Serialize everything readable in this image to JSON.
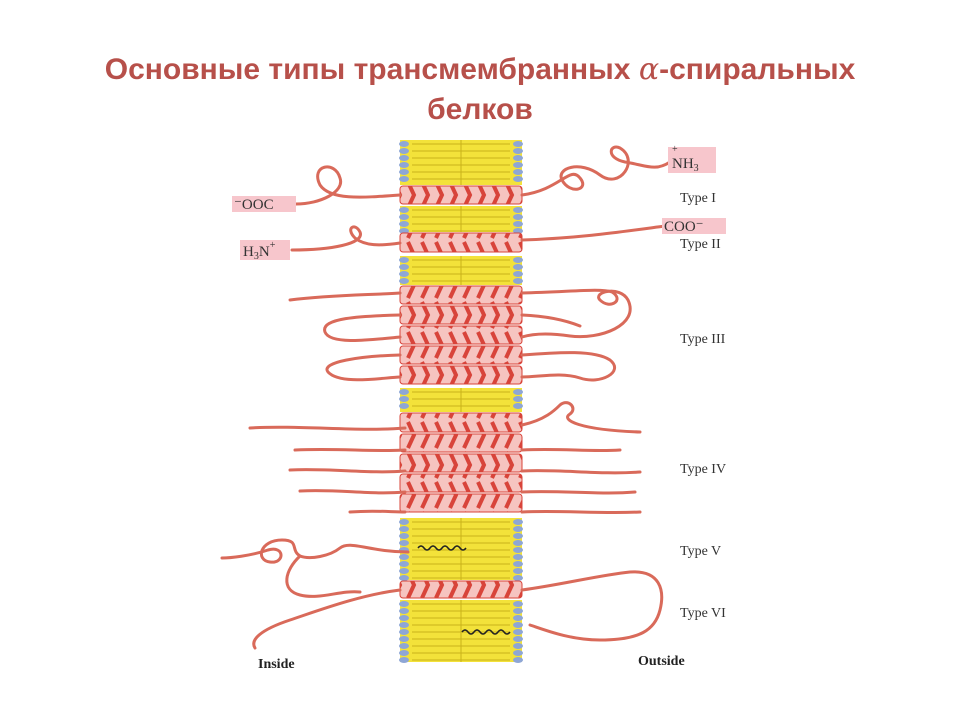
{
  "title": {
    "line1_before": "Основные типы трансмембранных ",
    "alpha": "α",
    "line1_after": "-спиральных",
    "line2": "белков"
  },
  "terminals": {
    "nh3_out": "+\nNH3",
    "cooh_in": "⁻OOC",
    "coo_out": "COO⁻",
    "h3n_in": "H3N+"
  },
  "types": [
    "Type I",
    "Type II",
    "Type III",
    "Type IV",
    "Type V",
    "Type VI"
  ],
  "sides": {
    "inside": "Inside",
    "outside": "Outside"
  },
  "colors": {
    "title": "#b7504a",
    "lipid": "#f3e23a",
    "headgroup": "#8ea6d6",
    "helix_body": "#f6c4c0",
    "helix_stripe": "#d8443a",
    "chain": "#d96a5a",
    "terminal_bg": "#f7c6cc"
  }
}
